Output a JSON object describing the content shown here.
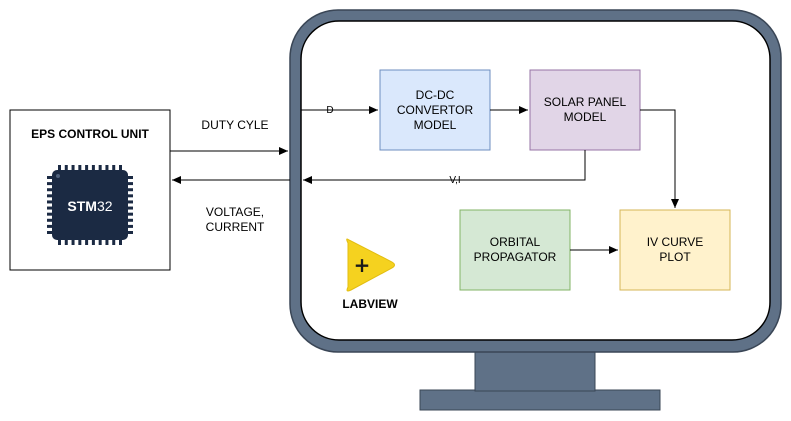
{
  "eps_unit": {
    "title": "EPS CONTROL UNIT"
  },
  "chip": {
    "label_main": "STM",
    "label_num": "32"
  },
  "arrows": {
    "duty_cycle": "DUTY CYLE",
    "voltage_line1": "VOLTAGE,",
    "voltage_line2": "CURRENT",
    "d_label": "D",
    "vi_label": "V,I"
  },
  "blocks": {
    "dcdc": {
      "line1": "DC-DC",
      "line2": "CONVERTOR",
      "line3": "MODEL"
    },
    "solar": {
      "line1": "SOLAR PANEL",
      "line2": "MODEL"
    },
    "orbital": {
      "line1": "ORBITAL",
      "line2": "PROPAGATOR"
    },
    "iv": {
      "line1": "IV CURVE",
      "line2": "PLOT"
    }
  },
  "labview": {
    "label": "LABVIEW",
    "glyph": "+"
  },
  "colors": {
    "monitor_frame": "#5f7187",
    "dcdc_fill": "#dae8fc",
    "dcdc_stroke": "#6c8ebf",
    "solar_fill": "#e1d5e7",
    "solar_stroke": "#9673a6",
    "orbital_fill": "#d5e8d4",
    "orbital_stroke": "#82b366",
    "iv_fill": "#fff2cc",
    "iv_stroke": "#d6b656",
    "chip_body": "#1b2a43",
    "labview_yellow": "#f5d21f"
  }
}
